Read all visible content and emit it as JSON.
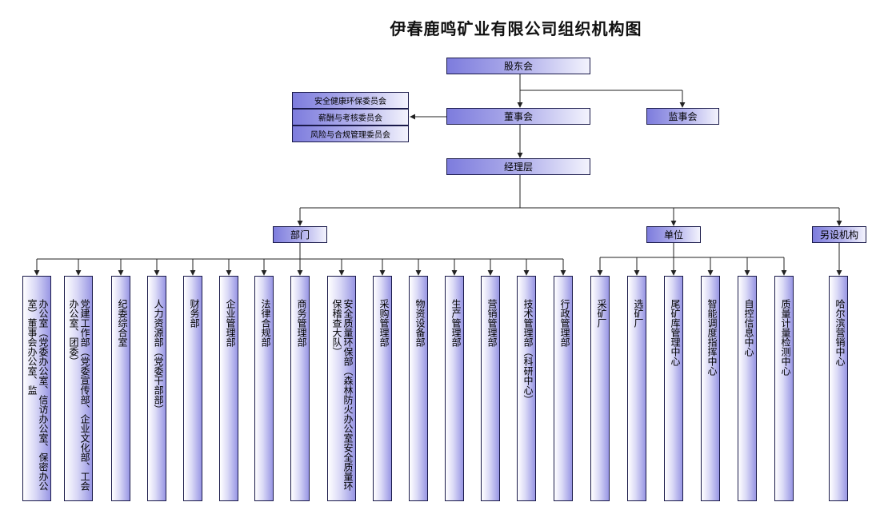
{
  "title": "伊春鹿鸣矿业有限公司组织机构图",
  "top": {
    "shareholders": "股东会",
    "board": "董事会",
    "supervisors": "监事会",
    "management": "经理层"
  },
  "committees": [
    "安全健康环保委员会",
    "薪酬与考核委员会",
    "风险与合规管理委员会"
  ],
  "groups": {
    "departments": "部门",
    "units": "单位",
    "other": "另设机构"
  },
  "departments": [
    "办公室（党委办公室、信访办公室、保密办公室）董事会办公室、监",
    "党建工作部（党委宣传部、企业文化部、工会办公室、团委）",
    "纪委综合室",
    "人力资源部（党委干部部）",
    "财务部",
    "企业管理部",
    "法律合规部",
    "商务管理部",
    "安全质量环保部（森林防火办公室安全质量环保稽查大队）",
    "采购管理部",
    "物资设备部",
    "生产管理部",
    "营销管理部",
    "技术管理部（科研中心）",
    "行政管理部"
  ],
  "units": [
    "采矿厂",
    "选矿厂",
    "尾矿库管理中心",
    "智能调度指挥中心",
    "自控信息中心",
    "质量计量检测中心"
  ],
  "other_institutions": [
    "哈尔滨营销中心"
  ]
}
